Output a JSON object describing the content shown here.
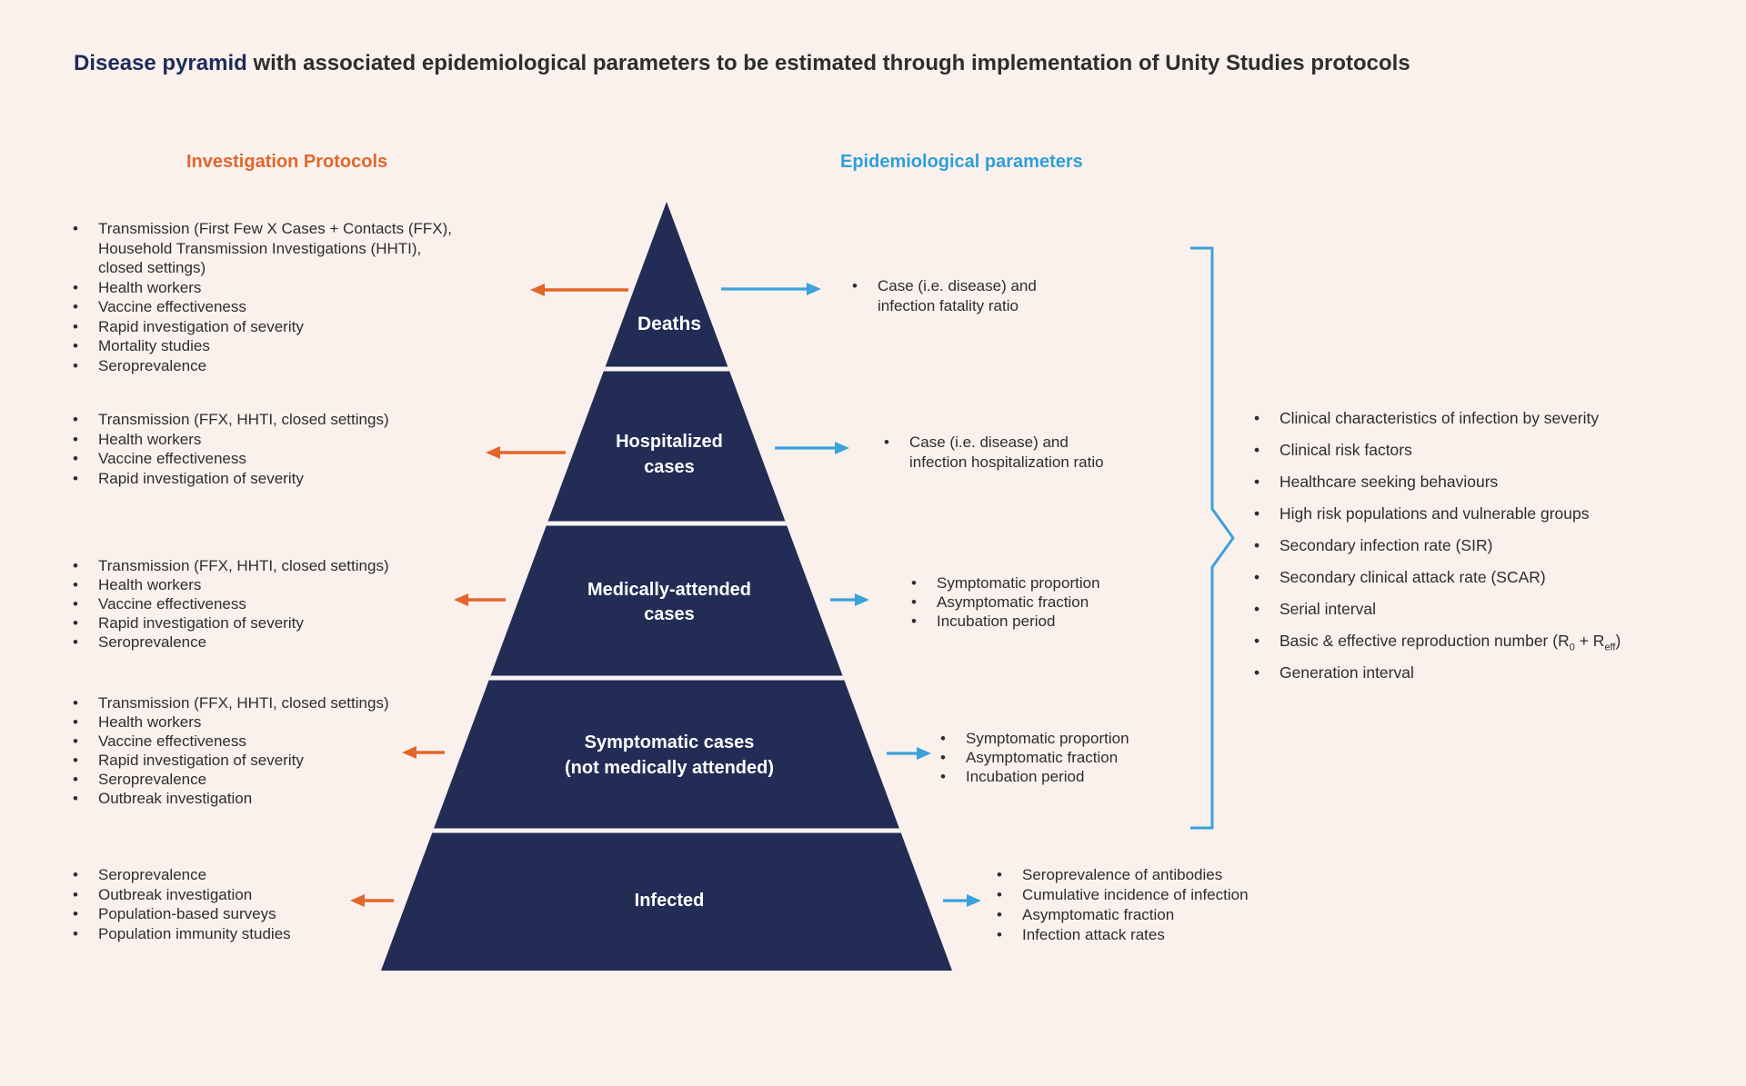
{
  "title": {
    "highlight": "Disease pyramid",
    "rest": " with associated epidemiological parameters to be estimated through implementation of Unity Studies protocols"
  },
  "columns": {
    "left_header": "Investigation Protocols",
    "right_header": "Epidemiological parameters"
  },
  "pyramid": {
    "levels": [
      {
        "label": "Deaths"
      },
      {
        "label": "Hospitalized\ncases"
      },
      {
        "label": "Medically-attended\ncases"
      },
      {
        "label": "Symptomatic cases\n(not medically attended)"
      },
      {
        "label": "Infected"
      }
    ]
  },
  "left_groups": [
    {
      "items": [
        "Transmission (First Few X Cases + Contacts (FFX),\nHousehold Transmission Investigations (HHTI),\nclosed settings)",
        "Health workers",
        "Vaccine effectiveness",
        "Rapid investigation of severity",
        "Mortality studies",
        "Seroprevalence"
      ]
    },
    {
      "items": [
        "Transmission (FFX, HHTI, closed settings)",
        "Health workers",
        "Vaccine effectiveness",
        "Rapid investigation of severity"
      ]
    },
    {
      "items": [
        "Transmission (FFX, HHTI, closed settings)",
        "Health workers",
        "Vaccine effectiveness",
        "Rapid investigation of severity",
        "Seroprevalence"
      ]
    },
    {
      "items": [
        "Transmission (FFX, HHTI, closed settings)",
        "Health workers",
        "Vaccine effectiveness",
        "Rapid investigation of severity",
        "Seroprevalence",
        "Outbreak investigation"
      ]
    },
    {
      "items": [
        "Seroprevalence",
        "Outbreak investigation",
        "Population-based surveys",
        "Population immunity studies"
      ]
    }
  ],
  "right_groups": [
    {
      "items": [
        "Case (i.e. disease) and\ninfection fatality ratio"
      ]
    },
    {
      "items": [
        "Case (i.e. disease) and\ninfection hospitalization ratio"
      ]
    },
    {
      "items": [
        "Symptomatic proportion",
        "Asymptomatic fraction",
        "Incubation period"
      ]
    },
    {
      "items": [
        "Symptomatic proportion",
        "Asymptomatic fraction",
        "Incubation period"
      ]
    },
    {
      "items": [
        "Seroprevalence of antibodies",
        "Cumulative incidence of infection",
        "Asymptomatic fraction",
        "Infection attack rates"
      ]
    }
  ],
  "bracket_list": {
    "items": [
      "Clinical characteristics of infection by severity",
      "Clinical risk factors",
      "Healthcare seeking behaviours",
      "High risk populations and vulnerable groups",
      "Secondary infection rate (SIR)",
      "Secondary clinical attack rate (SCAR)",
      "Serial interval",
      {
        "rich": [
          {
            "t": "Basic & effective reproduction number (R"
          },
          {
            "t": "0",
            "sub": true
          },
          {
            "t": " + R"
          },
          {
            "t": "eff",
            "sub": true
          },
          {
            "t": ")"
          }
        ]
      },
      "Generation interval"
    ]
  },
  "colors": {
    "background": "#FAF1ED",
    "pyramid_navy": "#222C55",
    "title_navy": "#1E2B5B",
    "orange": "#E2662C",
    "blue": "#3BA2DA",
    "text": "#2D2D2D",
    "divider_white": "#F8F5F2"
  }
}
